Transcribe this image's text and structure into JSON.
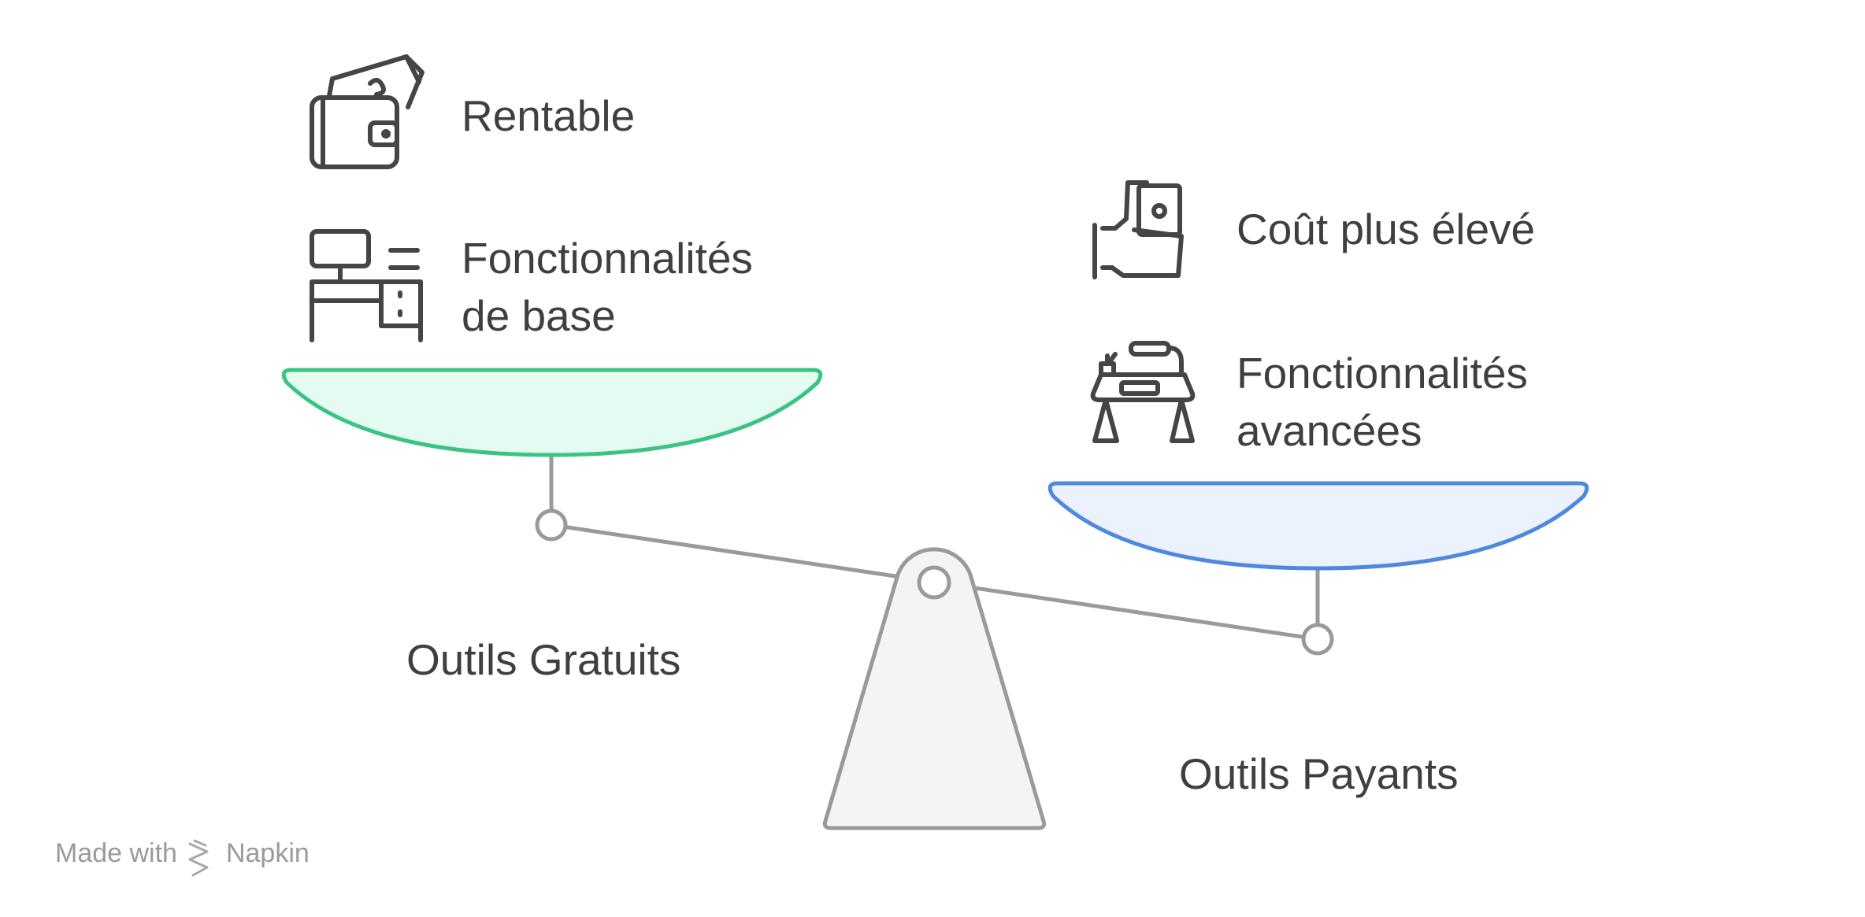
{
  "left_pan": {
    "title": "Outils Gratuits",
    "color": "#3cc384",
    "fill": "#e3fbf0",
    "items": [
      {
        "icon": "wallet-icon",
        "line1": "Rentable",
        "line2": ""
      },
      {
        "icon": "desk-computer-icon",
        "line1": "Fonctionnalités",
        "line2": "de base"
      }
    ]
  },
  "right_pan": {
    "title": "Outils Payants",
    "color": "#4f88dd",
    "fill": "#ebf2fd",
    "items": [
      {
        "icon": "hand-money-icon",
        "line1": "Coût plus élevé",
        "line2": ""
      },
      {
        "icon": "workshop-desk-icon",
        "line1": "Fonctionnalités",
        "line2": "avancées"
      }
    ]
  },
  "fulcrum": {
    "fill": "#f4f4f4",
    "stroke": "#9a9a9a"
  },
  "footer": {
    "made_with": "Made with",
    "brand": "Napkin",
    "icon": "napkin-logo-icon"
  }
}
